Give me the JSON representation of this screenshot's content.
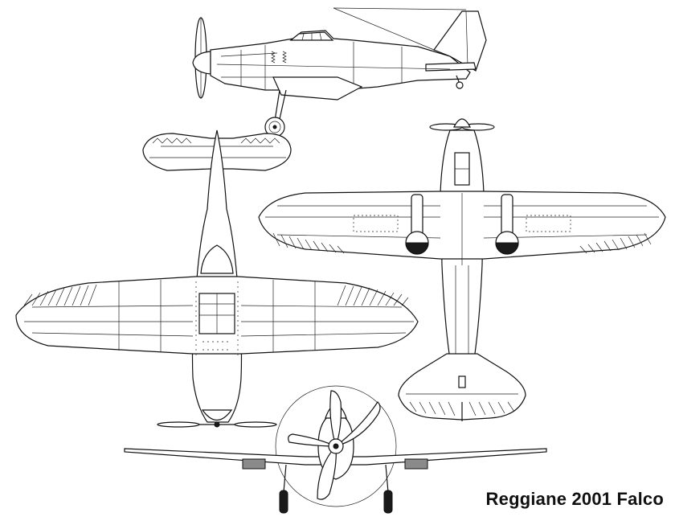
{
  "caption": "Reggiane 2001 Falco",
  "views": [
    "side-view",
    "top-view",
    "bottom-view",
    "front-view"
  ],
  "colors": {
    "line": "#111111",
    "background": "#ffffff",
    "radiator": "#8a8a8a"
  }
}
